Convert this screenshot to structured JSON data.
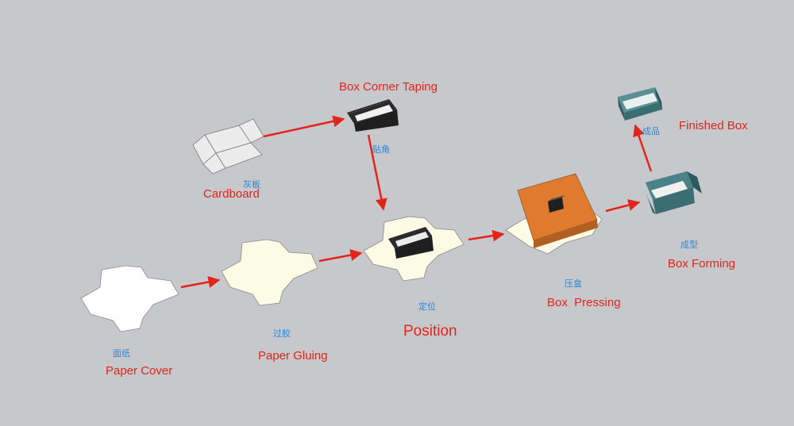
{
  "steps": {
    "cardboard": {
      "en": "Cardboard",
      "zh": "灰板"
    },
    "corner_taping": {
      "en": "Box Corner Taping",
      "zh": "贴角"
    },
    "paper_cover": {
      "en": "Paper Cover",
      "zh": "面纸"
    },
    "paper_gluing": {
      "en": "Paper Gluing",
      "zh": "过胶"
    },
    "position": {
      "en": "Position",
      "zh": "定位"
    },
    "box_pressing": {
      "en": "Box  Pressing",
      "zh": "压盒"
    },
    "box_forming": {
      "en": "Box Forming",
      "zh": "成型"
    },
    "finished_box": {
      "en": "Finished Box",
      "zh": "成品"
    }
  },
  "colors": {
    "background": "#c6c8cc",
    "arrow": "#e3241b",
    "label_en": "#e3241b",
    "label_zh": "#2e86d1",
    "white_sheet": "#ffffff",
    "glued_sheet": "#fbfbe6",
    "cardboard_sheet": "#ececec",
    "tray_dark": "#2b2b2b",
    "press_plate": "#e07a2e",
    "teal_box": "#3a6e73"
  }
}
